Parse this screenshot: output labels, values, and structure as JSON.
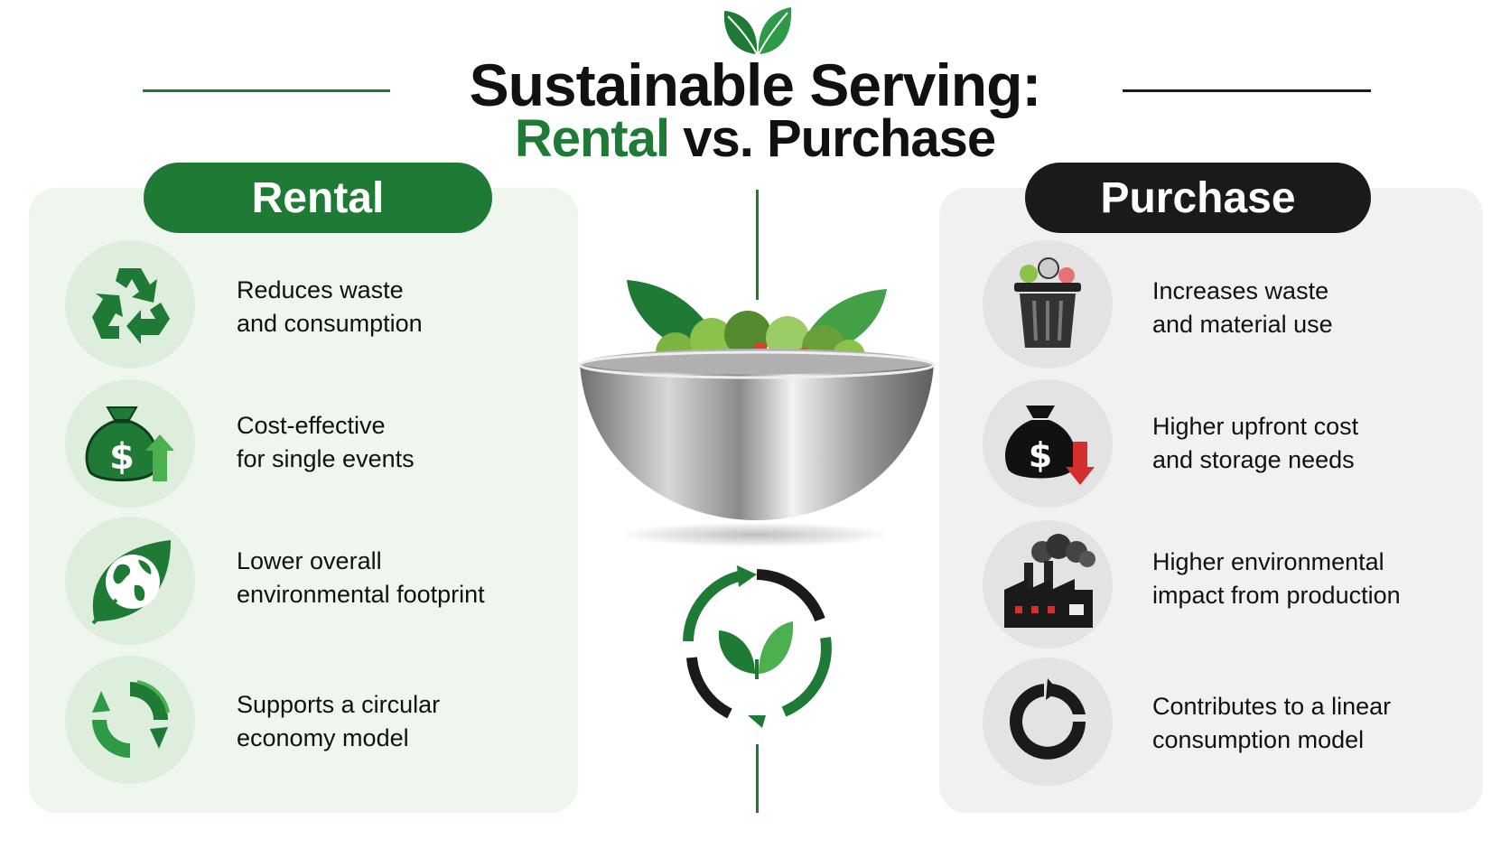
{
  "header": {
    "title_line1": "Sustainable Serving:",
    "title_line2_rental": "Rental",
    "title_line2_rest": " vs. Purchase"
  },
  "rental": {
    "label": "Rental",
    "color": "#1f7a36",
    "items": [
      {
        "icon": "recycle-icon",
        "line1": "Reduces waste",
        "line2": "and consumption"
      },
      {
        "icon": "money-bag-up-icon",
        "line1": "Cost-effective",
        "line2": "for single events"
      },
      {
        "icon": "globe-leaf-icon",
        "line1": "Lower overall",
        "line2": "environmental footprint"
      },
      {
        "icon": "circular-arrows-icon",
        "line1": "Supports a circular",
        "line2": "economy model"
      }
    ]
  },
  "purchase": {
    "label": "Purchase",
    "color": "#1a1a1a",
    "items": [
      {
        "icon": "trash-bin-icon",
        "line1": "Increases waste",
        "line2": "and material use"
      },
      {
        "icon": "money-bag-down-icon",
        "line1": "Higher upfront cost",
        "line2": "and storage needs"
      },
      {
        "icon": "factory-icon",
        "line1": "Higher environmental",
        "line2": "impact from production"
      },
      {
        "icon": "linear-cycle-icon",
        "line1": "Contributes to a linear",
        "line2": "consumption model"
      }
    ]
  },
  "accents": {
    "green": "#1f7a36",
    "light_green": "#4caf50",
    "red_arrow": "#d32f2f",
    "dark": "#1a1a1a"
  }
}
